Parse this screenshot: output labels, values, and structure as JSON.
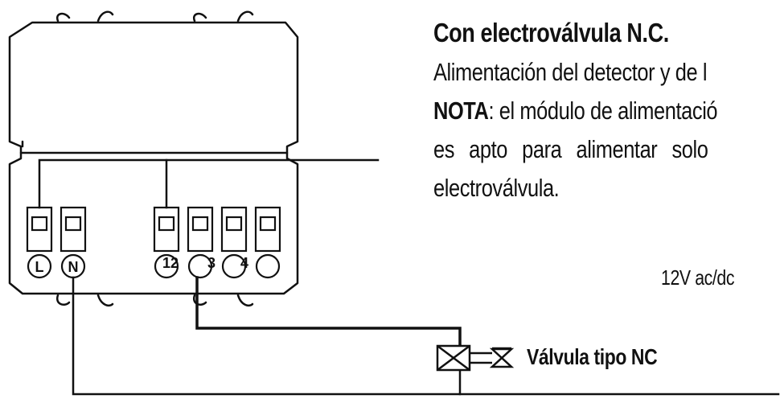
{
  "description": {
    "heading": "Con electroválvula N.C.",
    "line1": "Alimentación del detector y de l",
    "line2_bold": "NOTA",
    "line2_rest": ": el módulo de alimentació",
    "line3": "es apto para alimentar solo",
    "line4": "electroválvula."
  },
  "terminals": {
    "L": "L",
    "N": "N",
    "t12": "12",
    "t3": "3",
    "t4": "4"
  },
  "supply_label": "12V ac/dc",
  "valve_label": "Válvula tipo NC",
  "colors": {
    "line": "#111111",
    "background": "#ffffff"
  }
}
